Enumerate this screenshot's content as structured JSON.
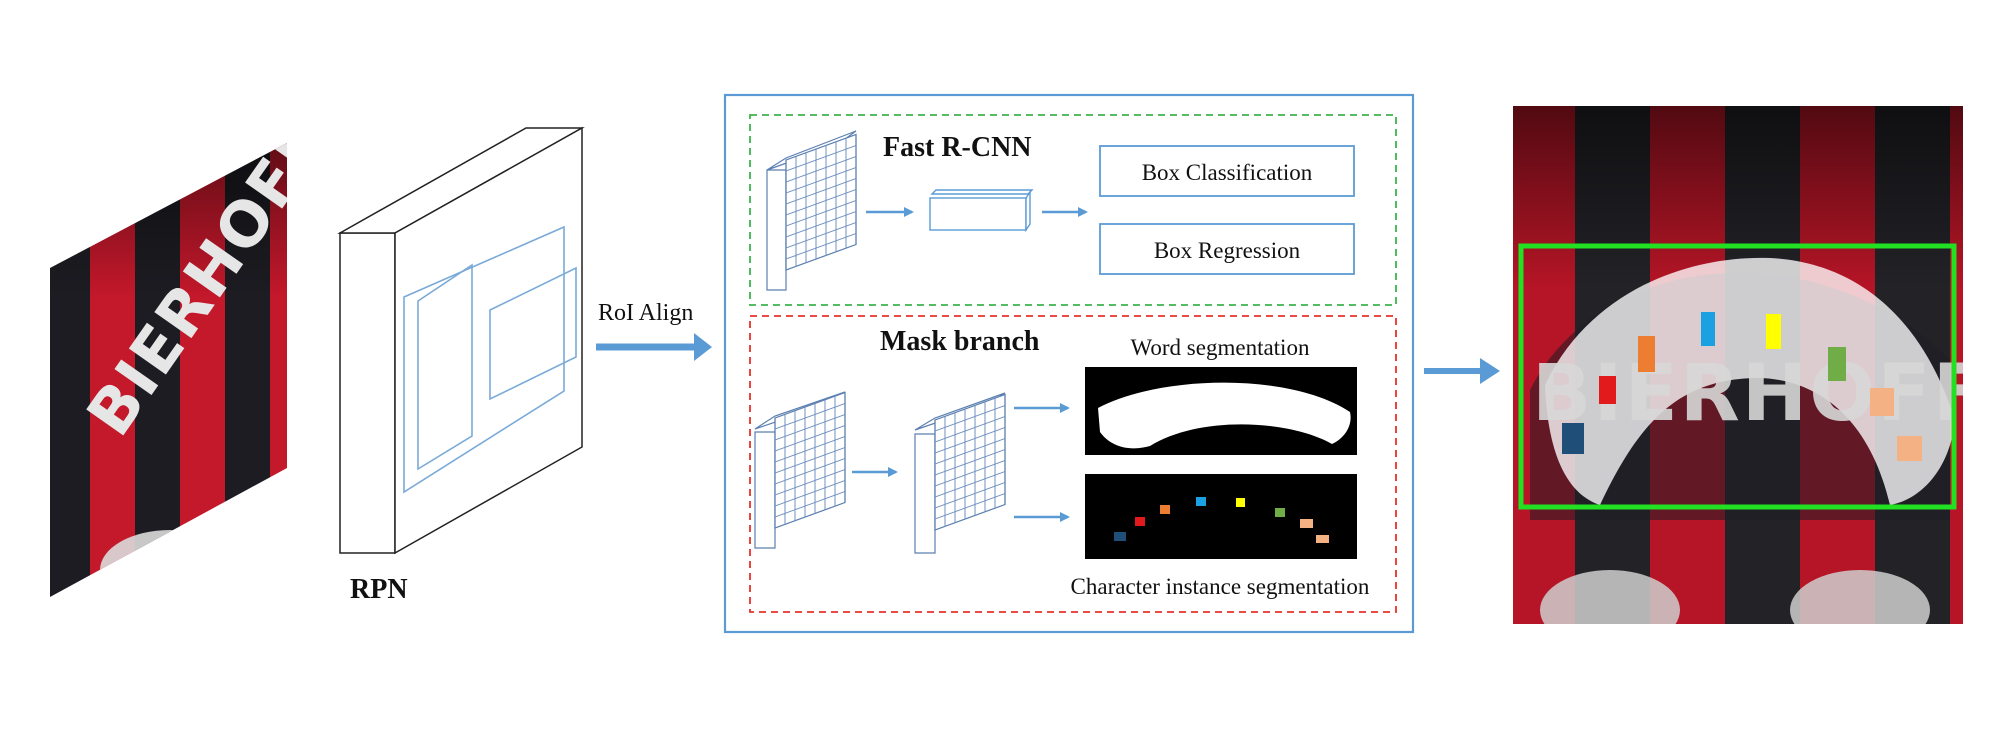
{
  "rpn": {
    "label": "RPN"
  },
  "roi_align": {
    "label": "RoI Align"
  },
  "fast_rcnn": {
    "title": "Fast R-CNN",
    "box_classification": "Box Classification",
    "box_regression": "Box Regression"
  },
  "mask_branch": {
    "title": "Mask branch",
    "word_segmentation": "Word segmentation",
    "character_instance_segmentation": "Character instance segmentation"
  },
  "input_image": {
    "text": "BIERHOFF"
  },
  "output_image": {
    "text": "BIERHOFF"
  },
  "colors": {
    "pipeline_blue": "#5b9bd5",
    "fast_rcnn_border": "#3cb44b",
    "mask_border": "#e8322b",
    "detection_box": "#22e022",
    "characters": [
      "#1f4e79",
      "#e31a1c",
      "#ed7d31",
      "#1ba1e2",
      "#ffff00",
      "#70ad47",
      "#f4b183",
      "#f4b183"
    ]
  }
}
